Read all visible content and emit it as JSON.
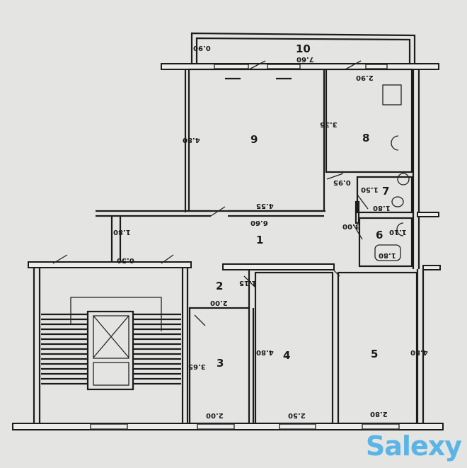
{
  "rooms": {
    "r1": "1",
    "r2": "2",
    "r3": "3",
    "r4": "4",
    "r5": "5",
    "r6": "6",
    "r7": "7",
    "r8": "8",
    "r9": "9",
    "r10": "10"
  },
  "dimensions": {
    "balcony_depth": "0.90",
    "balcony_length": "7.60",
    "kitchen_width": "2.90",
    "kitchen_depth": "3.35",
    "room9_depth": "4.80",
    "room9_width": "4.55",
    "hall_length": "6.60",
    "door_gap": "0.95",
    "wc_depth": "1.50",
    "wc_width": "1.80",
    "bath_wall": "3.00",
    "bath_side": "1.10",
    "bath_width": "1.80",
    "corridor_len": "1.80",
    "corridor_wid": "0.50",
    "closet_depth": "1.15",
    "closet_width": "2.00",
    "room3_depth": "3.65",
    "room3_width": "2.00",
    "room4_depth": "4.80",
    "room4_width": "2.50",
    "room5_depth": "4.80",
    "room5_width": "2.80"
  },
  "watermark": "Salexy",
  "colors": {
    "watermark": "#5ab4e5",
    "lines": "#1c1c1c",
    "paper": "#e4e4e3"
  }
}
